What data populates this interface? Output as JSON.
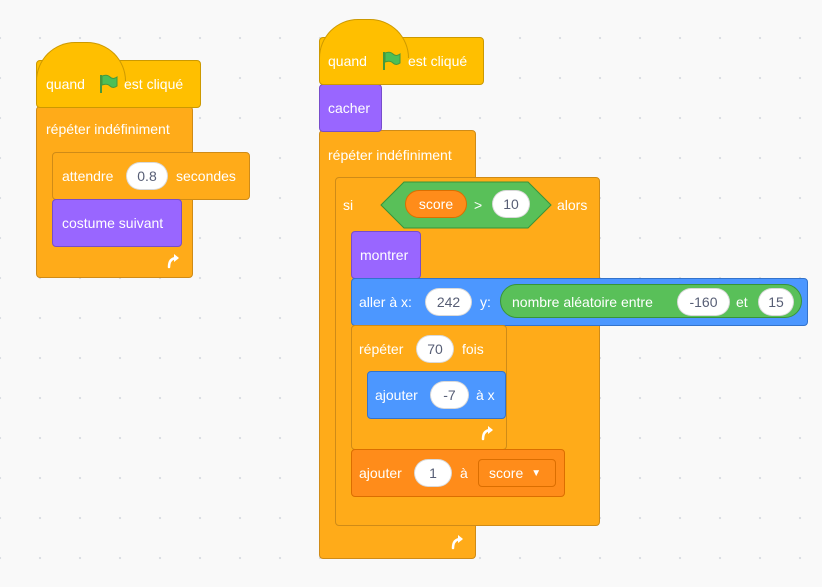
{
  "colors": {
    "events": "#ffbf00",
    "control": "#ffab19",
    "looks": "#9966ff",
    "motion": "#4c97ff",
    "operators": "#59c059",
    "variables": "#ff8c1a",
    "flag": "#4cbf56",
    "canvas": "#f9f9f9"
  },
  "script1": {
    "hat": {
      "before_flag": "quand",
      "flag_icon": "green-flag-icon",
      "after_flag": "est cliqué"
    },
    "forever": {
      "label": "répéter indéfiniment",
      "loop_icon": "loop-arrow-icon"
    },
    "wait": {
      "label": "attendre",
      "value": "0.8",
      "unit": "secondes"
    },
    "next_costume": {
      "label": "costume suivant"
    }
  },
  "script2": {
    "hat": {
      "before_flag": "quand",
      "flag_icon": "green-flag-icon",
      "after_flag": "est cliqué"
    },
    "hide": {
      "label": "cacher"
    },
    "forever": {
      "label": "répéter indéfiniment",
      "loop_icon": "loop-arrow-icon"
    },
    "if": {
      "label": "si",
      "then_label": "alors",
      "condition": {
        "left_var": "score",
        "operator": ">",
        "right_value": "10"
      }
    },
    "show": {
      "label": "montrer"
    },
    "goto": {
      "label_x": "aller à x:",
      "x_value": "242",
      "label_y": "y:",
      "random": {
        "label": "nombre aléatoire entre",
        "from": "-160",
        "and": "et",
        "to": "15"
      }
    },
    "repeat": {
      "label": "répéter",
      "times": "70",
      "times_label": "fois",
      "loop_icon": "loop-arrow-icon"
    },
    "change_x": {
      "label": "ajouter",
      "value": "-7",
      "suffix": "à x"
    },
    "change_var": {
      "label": "ajouter",
      "value": "1",
      "to_label": "à",
      "variable": "score",
      "arrow_icon": "dropdown-arrow-icon"
    }
  }
}
